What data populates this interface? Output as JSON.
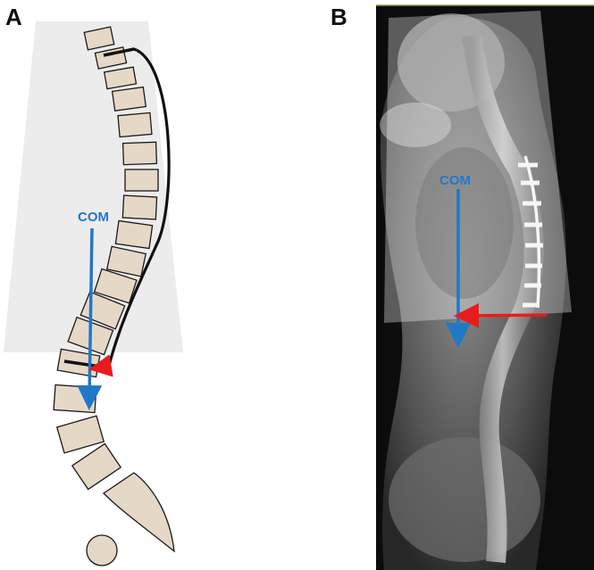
{
  "panels": {
    "a": {
      "label": "A",
      "com_label": "COM"
    },
    "b": {
      "label": "B",
      "com_label": "COM"
    }
  },
  "colors": {
    "com_arrow": "#1f78c8",
    "offset_arrow": "#e81c1c",
    "vertebra_fill": "#e6d8c6",
    "rod": "#111111",
    "xray_background": "#0c0c0c"
  }
}
